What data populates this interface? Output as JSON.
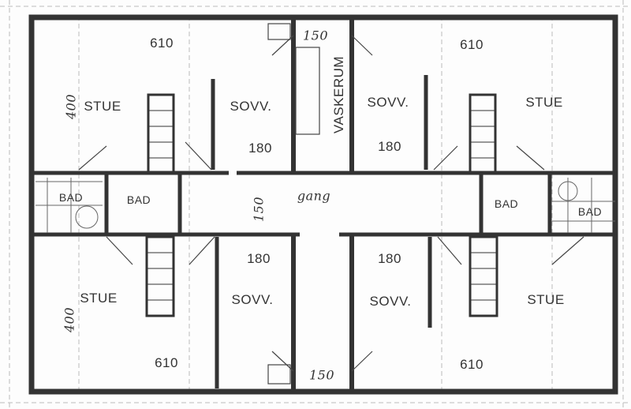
{
  "plan": {
    "rooms": {
      "stue_tl": "STUE",
      "stue_tr": "STUE",
      "stue_bl": "STUE",
      "stue_br": "STUE",
      "sovv_tl": "SOVV.",
      "sovv_tr": "SOVV.",
      "sovv_bl": "SOVV.",
      "sovv_br": "SOVV.",
      "bad_l": "BAD",
      "bad_r": "BAD",
      "bad_small_l": "BAD",
      "bad_small_r": "BAD",
      "vaskerum": "VASKERUM",
      "gang": "gang"
    },
    "dimensions": {
      "w_tl": "610",
      "w_tr": "610",
      "w_bl": "610",
      "w_br": "610",
      "s_tl": "180",
      "s_tr": "180",
      "s_bl": "180",
      "s_br": "180",
      "v_top": "150",
      "v_bottom": "150",
      "gang_w": "150",
      "h_tl": "400",
      "h_bl": "400"
    },
    "colors": {
      "wall": "#333333",
      "grid": "#bbbbbb"
    }
  }
}
